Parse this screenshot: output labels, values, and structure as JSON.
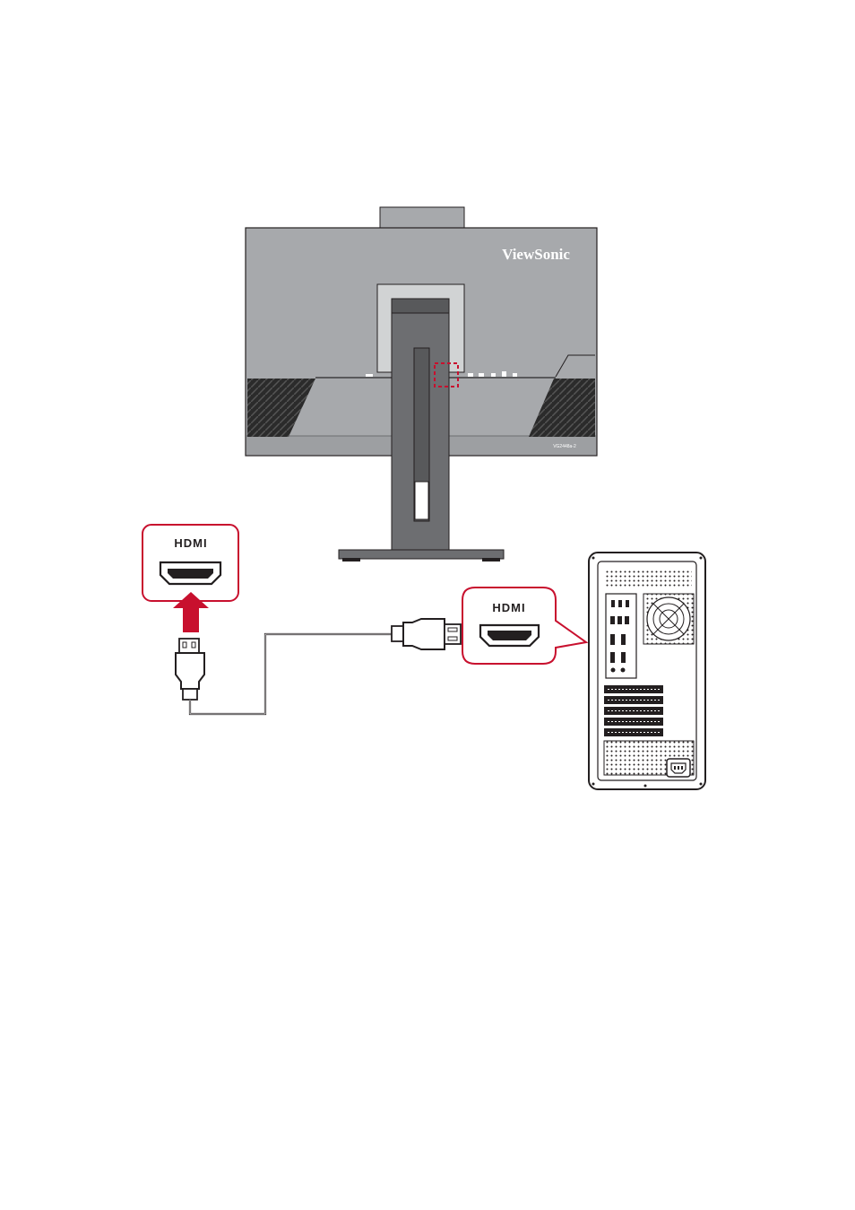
{
  "monitor": {
    "brand": "ViewSonic",
    "model_label": "VG2448a-2"
  },
  "callout_monitor": {
    "logo": "HDMI"
  },
  "callout_pc": {
    "logo": "HDMI"
  },
  "colors": {
    "callout_border": "#c8102e",
    "arrow": "#c8102e",
    "port_highlight": "#c8102e",
    "monitor_body": "#a7a9ac",
    "monitor_dark": "#58595b",
    "stand": "#6d6e71",
    "outline": "#231f20"
  },
  "icons": [
    "hdmi-port-icon",
    "hdmi-plug-icon",
    "up-arrow-icon",
    "fan-icon",
    "power-socket-icon"
  ]
}
